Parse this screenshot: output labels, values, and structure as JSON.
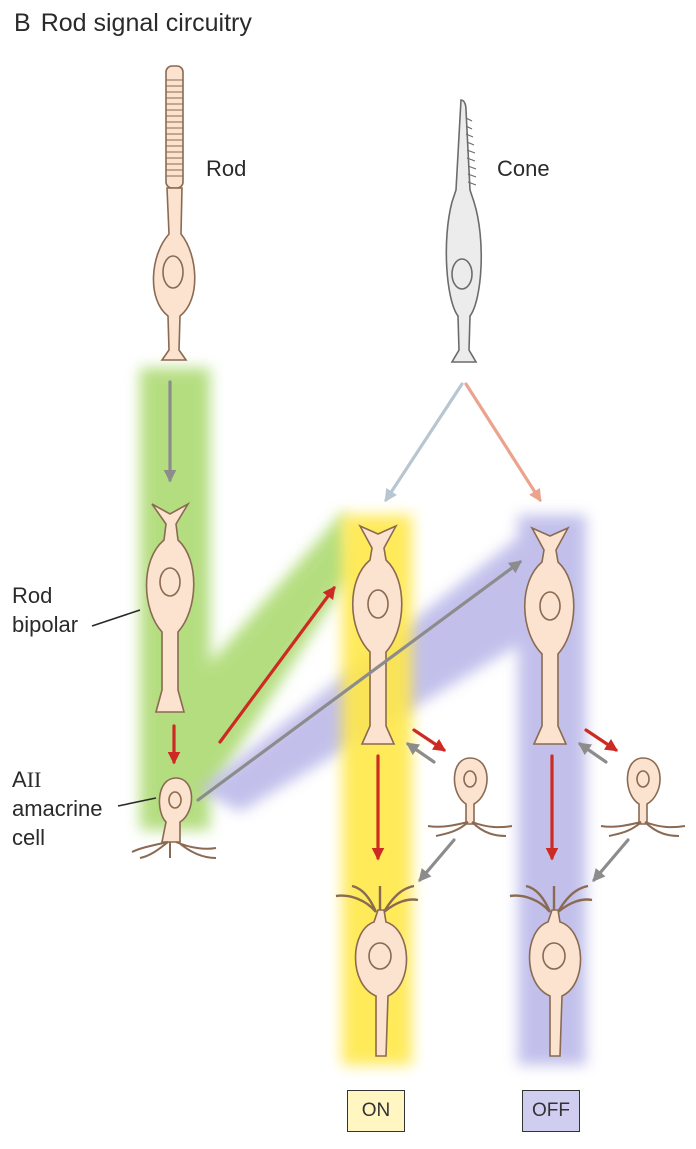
{
  "title": {
    "panel": "B",
    "text": "Rod signal circuitry"
  },
  "labels": {
    "rod": "Rod",
    "cone": "Cone",
    "rod_bipolar_line1": "Rod",
    "rod_bipolar_line2": "bipolar",
    "aii_prefix": "A",
    "aii_roman": "II",
    "amacrine_line2": "amacrine",
    "amacrine_line3": "cell"
  },
  "pathways": {
    "on": "ON",
    "off": "OFF"
  },
  "colors": {
    "cell_fill": "#fbe3cf",
    "cell_outline": "#8a6a52",
    "cone_fill": "#ececec",
    "rod_pathway": "#a8d86a",
    "on_pathway": "#ffe84a",
    "off_pathway": "#b3b1e6",
    "arrow_red": "#cc2a22",
    "arrow_gray": "#8c8c8c",
    "arrow_blue_gray": "#b8c6d2",
    "arrow_salmon": "#eba38d",
    "on_box_fill": "#fff6c2",
    "off_box_fill": "#cfcdf0"
  }
}
